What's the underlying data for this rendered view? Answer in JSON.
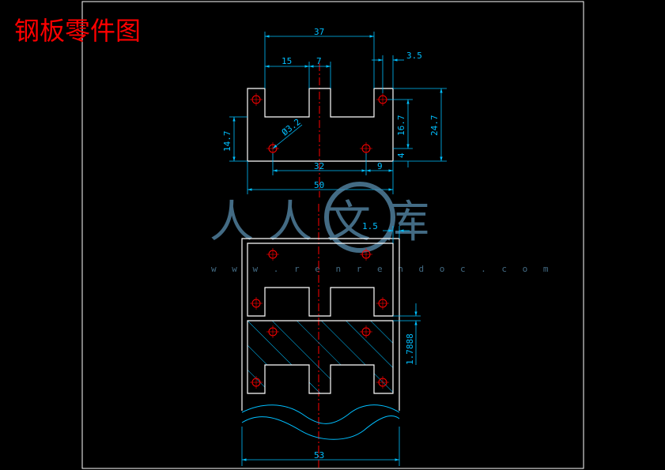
{
  "title": "钢板零件图",
  "colors": {
    "background": "#000000",
    "title": "#ff0000",
    "frame": "#ffffff",
    "part_outline": "#ffffff",
    "dimension": "#00bfff",
    "centerline": "#ff0000",
    "hatch": "#00bfff",
    "watermark": "#5a8fb0"
  },
  "view_top": {
    "dimensions": {
      "overall_top": "37",
      "left_step": "15",
      "slot_width": "7",
      "edge_offset": "3.5",
      "left_height": "14.7",
      "hole_diameter": "Ø3.2",
      "right_inner_height": "16.7",
      "right_total_height": "24.7",
      "bottom_offset": "4",
      "hole_spacing": "32",
      "hole_edge": "9",
      "overall_width": "50"
    }
  },
  "view_layout": {
    "dimensions": {
      "margin": "1.5",
      "gap": "1.7888",
      "strip_width": "53"
    }
  },
  "watermark": {
    "text": "人人文库",
    "url": "w w w . r e n r e n d o c . c o m"
  }
}
